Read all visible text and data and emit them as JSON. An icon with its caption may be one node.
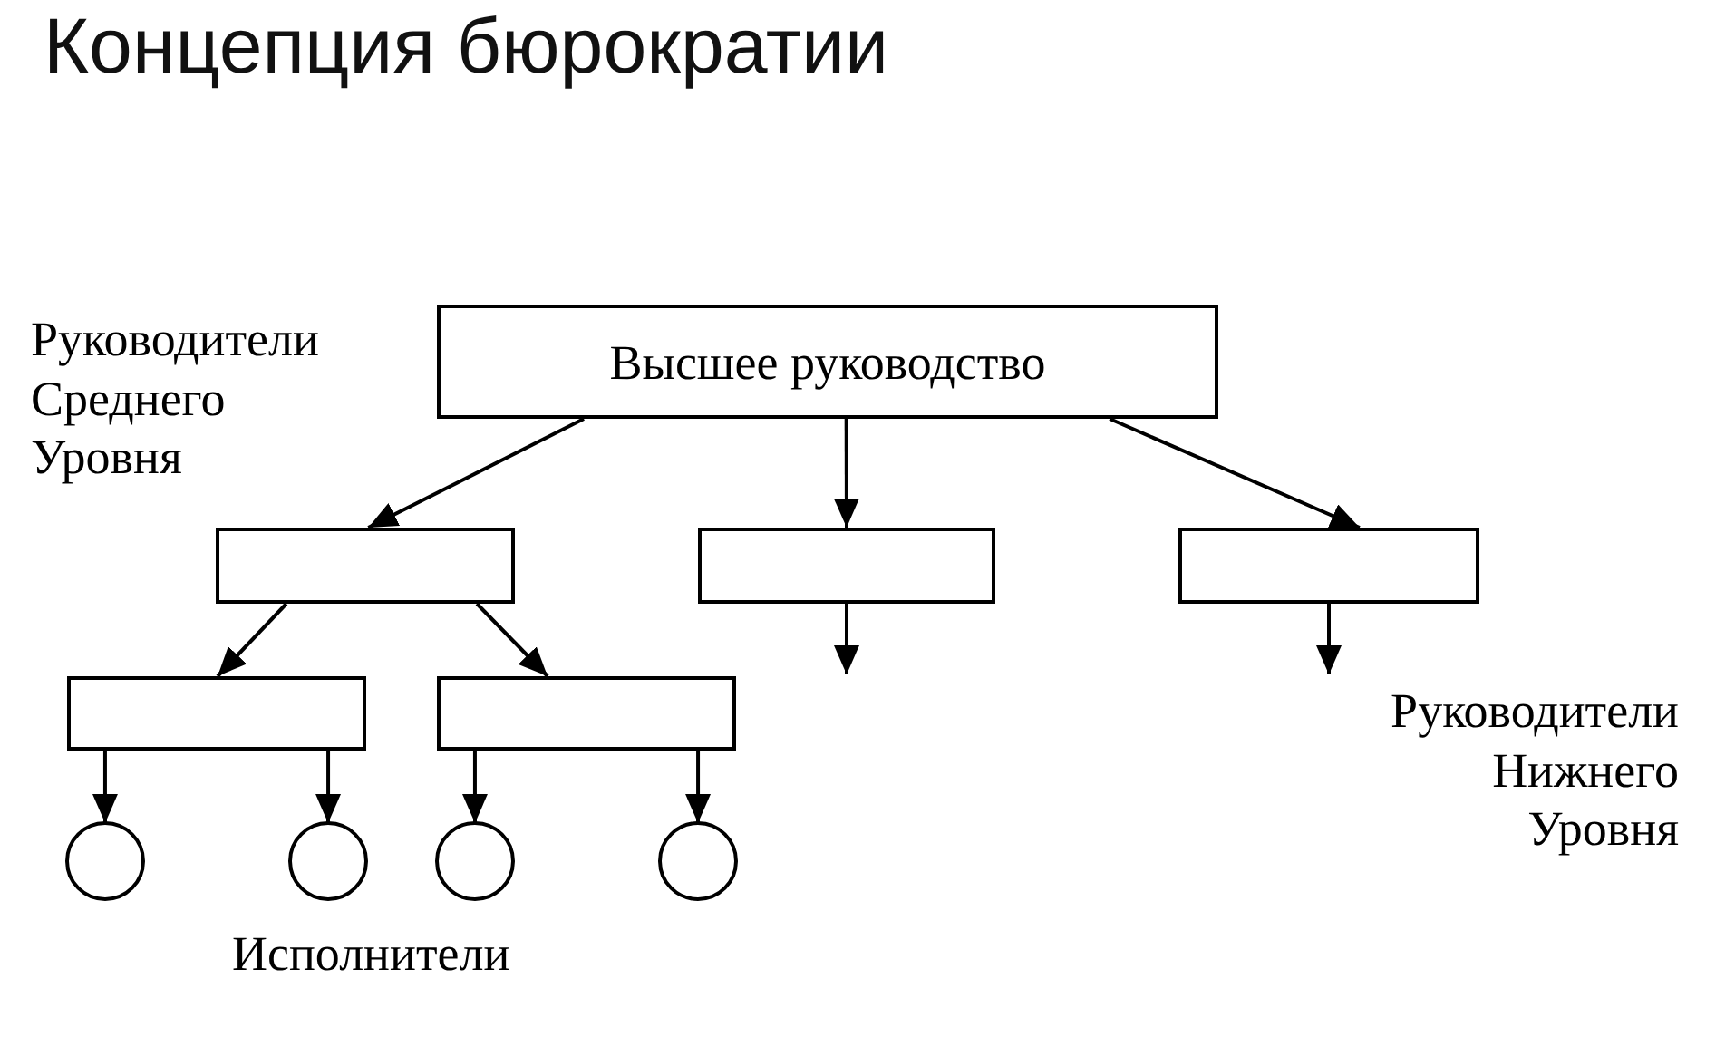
{
  "diagram": {
    "title": "Концепция бюрократии",
    "nodes": [
      {
        "text": [
          "Высшее руководство"
        ]
      },
      {
        "text": [],
        "shape": "box"
      },
      {
        "text": [],
        "shape": "box"
      },
      {
        "text": [],
        "shape": "box"
      },
      {
        "text": [],
        "shape": "box"
      },
      {
        "text": [],
        "shape": "box"
      },
      {
        "text": [],
        "shape": "circle"
      },
      {
        "text": [],
        "shape": "circle"
      },
      {
        "text": [],
        "shape": "circle"
      },
      {
        "text": [],
        "shape": "circle"
      }
    ],
    "edges": [
      {
        "from": 0,
        "to": 1,
        "arrow": "to"
      },
      {
        "from": 0,
        "to": 2,
        "arrow": "to"
      },
      {
        "from": 0,
        "to": 3,
        "arrow": "to"
      },
      {
        "from": 2,
        "to": null,
        "arrow": "to"
      },
      {
        "from": 3,
        "to": null,
        "arrow": "to"
      },
      {
        "from": 1,
        "to": 4,
        "arrow": "to"
      },
      {
        "from": 1,
        "to": 5,
        "arrow": "to"
      },
      {
        "from": 4,
        "to": 6,
        "arrow": "to"
      },
      {
        "from": 4,
        "to": 7,
        "arrow": "to"
      },
      {
        "from": 5,
        "to": 8,
        "arrow": "to"
      },
      {
        "from": 5,
        "to": 9,
        "arrow": "to"
      }
    ],
    "labels": [
      "Руководители Среднего Уровня",
      "Руководители Нижнего Уровня",
      "Исполнители"
    ]
  }
}
